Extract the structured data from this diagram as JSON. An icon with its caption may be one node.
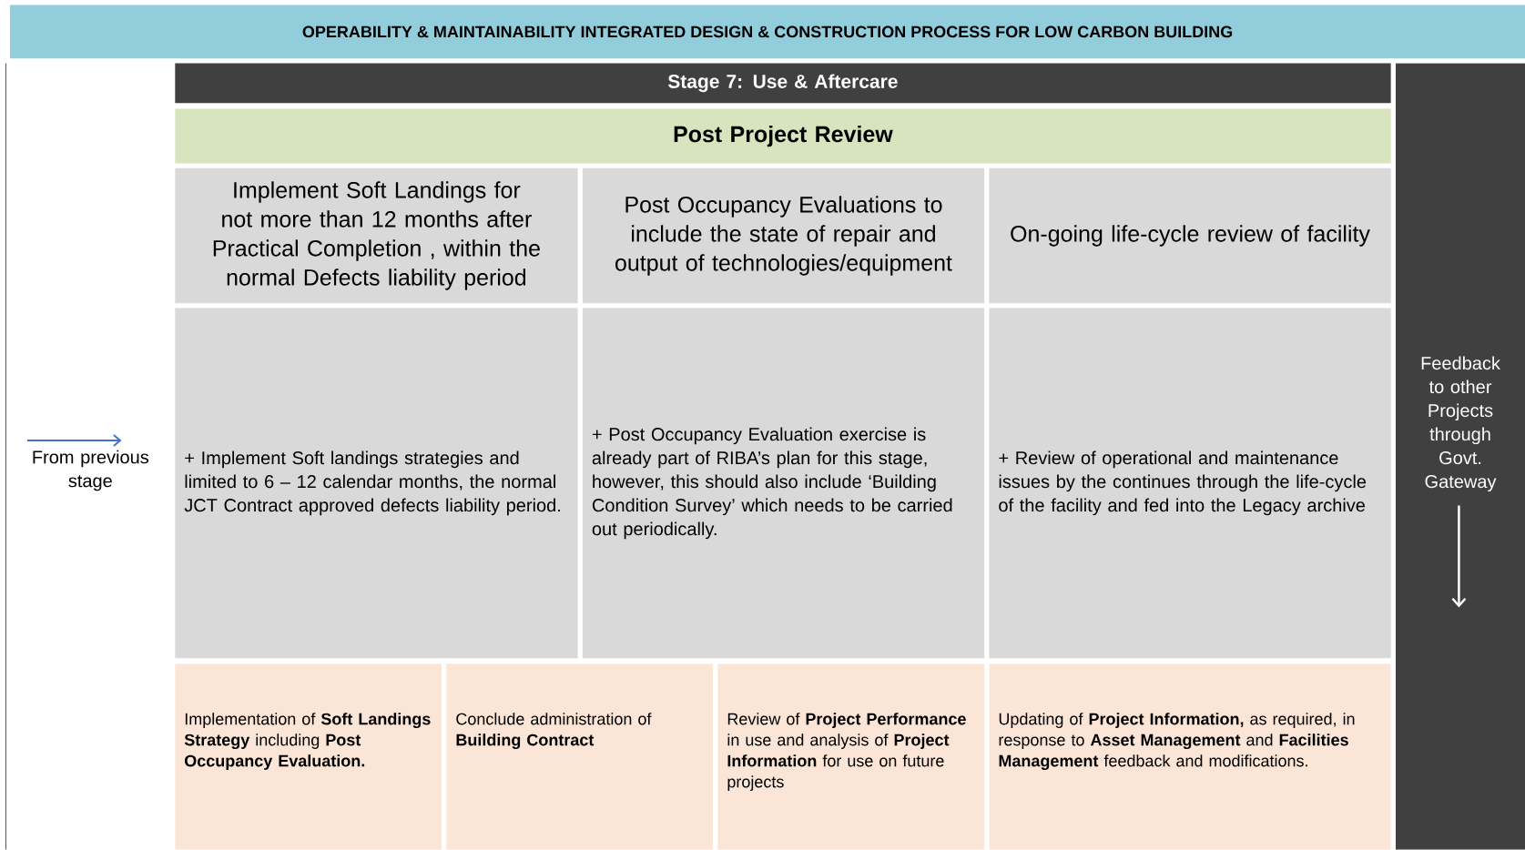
{
  "diagram": {
    "title": "OPERABILITY & MAINTAINABILITY INTEGRATED DESIGN & CONSTRUCTION PROCESS FOR LOW CARBON BUILDING",
    "nodes": [
      {
        "text": [
          "Stage 7: Use & Aftercare"
        ]
      },
      {
        "text": [
          "Post Project Review"
        ]
      },
      {
        "text": [
          "Implement Soft Landings for not more than 12 months after Practical Completion , within the normal Defects liability period"
        ]
      },
      {
        "text": [
          "Post Occupancy Evaluations to include the state of repair and output of technologies/equipment"
        ]
      },
      {
        "text": [
          "On-going life-cycle review of facility"
        ]
      },
      {
        "text": [
          "+ Implement Soft landings strategies and limited to 6 – 12 calendar months, the normal JCT Contract approved defects liability period."
        ]
      },
      {
        "text": [
          "+ Post Occupancy Evaluation exercise is already part of RIBA’s plan for this stage, however, this should also include ‘Building Condition Survey’ which needs to be carried out periodically."
        ]
      },
      {
        "text": [
          "+ Review of operational and maintenance issues by the continues through the life-cycle of the facility and fed into the Legacy archive"
        ]
      },
      {
        "text": [
          "Implementation of **Soft Landings Strategy** including **Post Occupancy Evaluation.**"
        ]
      },
      {
        "text": [
          "Conclude administration of **Building Contract**"
        ]
      },
      {
        "text": [
          "Review of **Project Performance** in use and analysis of **Project Information** for use on future projects"
        ]
      },
      {
        "text": [
          "Updating of **Project Information,** as required, in response to **Asset Management** and **Facilities Management** feedback and modifications."
        ]
      },
      {
        "text": [
          "Feedback to other Projects through Govt. Gateway"
        ]
      }
    ],
    "labels": [
      "From previous stage"
    ]
  }
}
